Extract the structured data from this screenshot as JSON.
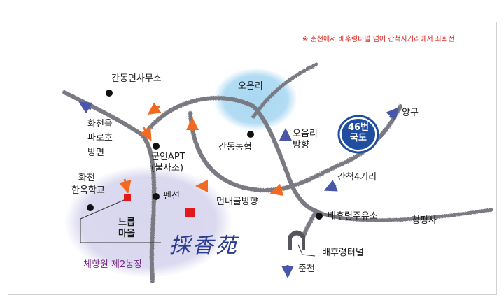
{
  "note": "※ 춘천에서 배후령터널 넘어 간척사거리에서 좌회전",
  "places": {
    "gandong_office": "간동면사무소",
    "oeumri": "오음리",
    "hwacheon_paroho": [
      "화천읍",
      "파로호",
      "방면"
    ],
    "hwacheon_school": [
      "화천",
      "한옥학교"
    ],
    "gunin_apt": [
      "군인APT",
      "(불사조)"
    ],
    "gandong_nonghyup": "간동농협",
    "oeumri_dir": [
      "오음리",
      "방향"
    ],
    "pension": "펜션",
    "meonnaegol": "먼내골방향",
    "ganchuk4": "간척4거리",
    "baehuryeong_gas": "배후령주유소",
    "baehuryeong_tunnel": "배후령터널",
    "cheongpyeongsa": "청평사",
    "yanggu": "양구",
    "chuncheon": "춘천",
    "neureum_village": [
      "느릅",
      "마을"
    ],
    "farm": "체향원 제2농장",
    "logo": "採香苑"
  },
  "route_badge": [
    "46번",
    "국도"
  ],
  "colors": {
    "road": "#7a7a82",
    "arrow_orange": "#f26a21",
    "arrow_blue": "#4a57a8",
    "oeumri_zone": "#a9d8f2",
    "village_zone": "#d8d7ee",
    "badge": "#1f4ea0",
    "marker_red": "#e0191b",
    "note_red": "#e0201c",
    "farm_text": "#7a2a86"
  },
  "icons": [
    "tunnel-icon",
    "direction-arrow-icon",
    "location-dot-icon",
    "farm-marker-icon"
  ]
}
